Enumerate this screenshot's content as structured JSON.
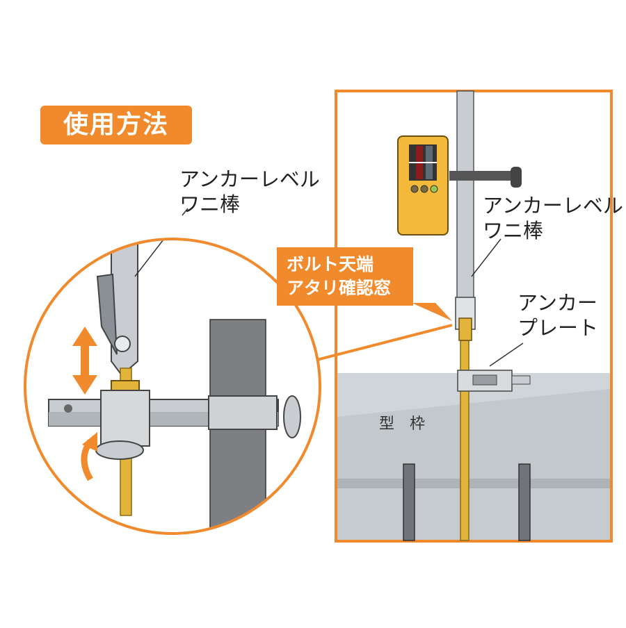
{
  "title": "使用方法",
  "left_label": {
    "line1": "アンカーレベル",
    "line2": "ワニ棒"
  },
  "right_label_rod": {
    "line1": "アンカーレベル",
    "line2": "ワニ棒"
  },
  "right_label_plate": {
    "line1": "アンカー",
    "line2": "プレート"
  },
  "callout": {
    "line1": "ボルト天端",
    "line2": "アタリ確認窓"
  },
  "formwork_label": "型枠",
  "colors": {
    "accent": "#f08a2c",
    "rod_gold": "#e2b43a",
    "steel": "#c9cdd1",
    "wall": "#7d7f82",
    "receiver": "#f3b93a"
  }
}
